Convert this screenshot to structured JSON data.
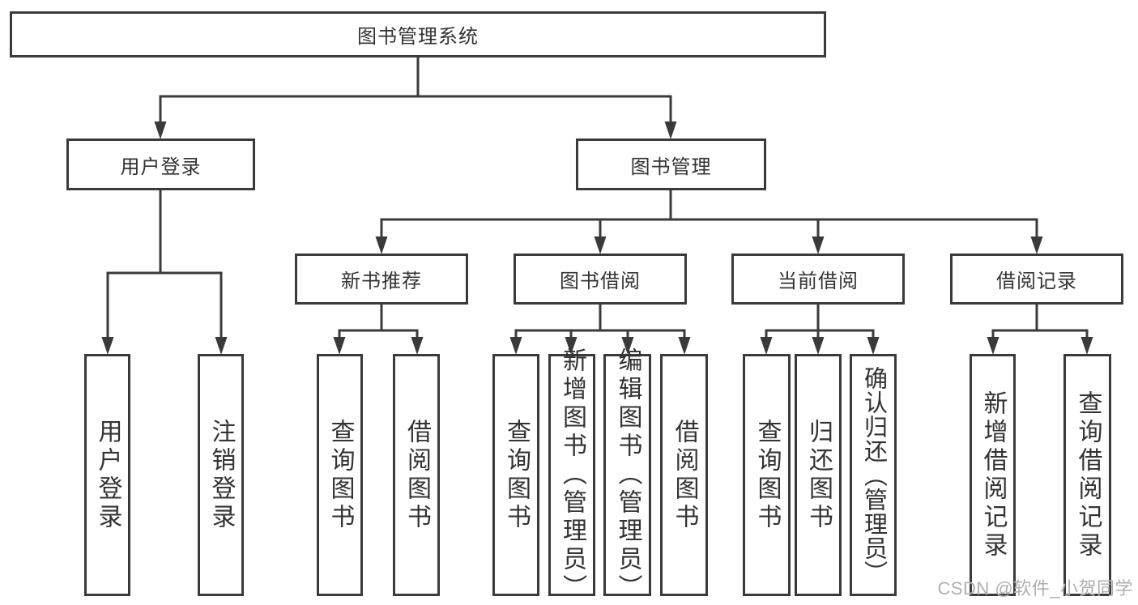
{
  "tree": {
    "root": {
      "label": "图书管理系统"
    },
    "branches": [
      {
        "label": "用户登录",
        "children": [
          {
            "label": "用户登录"
          },
          {
            "label": "注销登录"
          }
        ]
      },
      {
        "label": "图书管理",
        "children": [
          {
            "label": "新书推荐",
            "children": [
              {
                "label": "查询图书"
              },
              {
                "label": "借阅图书"
              }
            ]
          },
          {
            "label": "图书借阅",
            "children": [
              {
                "label": "查询图书"
              },
              {
                "label": "新增图书（管理员）"
              },
              {
                "label": "编辑图书（管理员）"
              },
              {
                "label": "借阅图书"
              }
            ]
          },
          {
            "label": "当前借阅",
            "children": [
              {
                "label": "查询图书"
              },
              {
                "label": "归还图书"
              },
              {
                "label": "确认归还（管理员）"
              }
            ]
          },
          {
            "label": "借阅记录",
            "children": [
              {
                "label": "新增借阅记录"
              },
              {
                "label": "查询借阅记录"
              }
            ]
          }
        ]
      }
    ]
  },
  "watermark": {
    "text": "CSDN @软件_小贺同学"
  },
  "colors": {
    "line": "#3a3a3a",
    "text": "#333333",
    "background": "#ffffff",
    "watermark": "#afafaf"
  }
}
